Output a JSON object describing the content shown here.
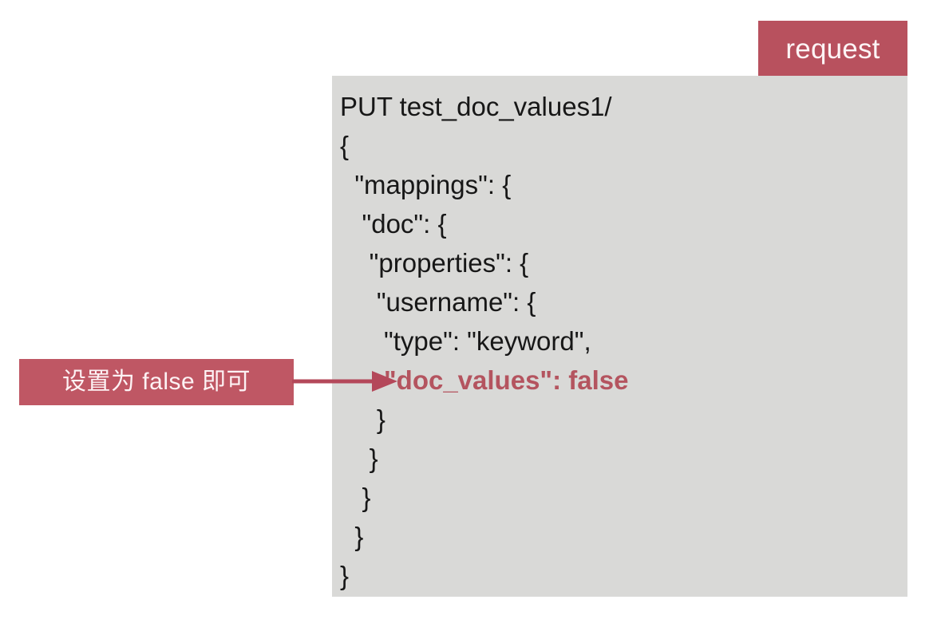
{
  "badge": {
    "label": "request",
    "color": "#b8515e",
    "text_color": "#fdf4f5"
  },
  "code_panel": {
    "background": "#d9d9d7",
    "text_color": "#171717",
    "highlight_color": "#b4545f",
    "lines": [
      {
        "text": "PUT test_doc_values1/",
        "highlight": false
      },
      {
        "text": "{",
        "highlight": false
      },
      {
        "text": "  \"mappings\": {",
        "highlight": false
      },
      {
        "text": "   \"doc\": {",
        "highlight": false
      },
      {
        "text": "    \"properties\": {",
        "highlight": false
      },
      {
        "text": "     \"username\": {",
        "highlight": false
      },
      {
        "text": "      \"type\": \"keyword\",",
        "highlight": false
      },
      {
        "text": "      \"doc_values\": false",
        "highlight": true
      },
      {
        "text": "     }",
        "highlight": false
      },
      {
        "text": "    }",
        "highlight": false
      },
      {
        "text": "   }",
        "highlight": false
      },
      {
        "text": "  }",
        "highlight": false
      },
      {
        "text": "}",
        "highlight": false
      }
    ]
  },
  "annotation": {
    "label": "设置为 false 即可",
    "box_color": "#bf5764",
    "text_color": "#fdf2f4",
    "arrow_color": "#b4485a"
  }
}
